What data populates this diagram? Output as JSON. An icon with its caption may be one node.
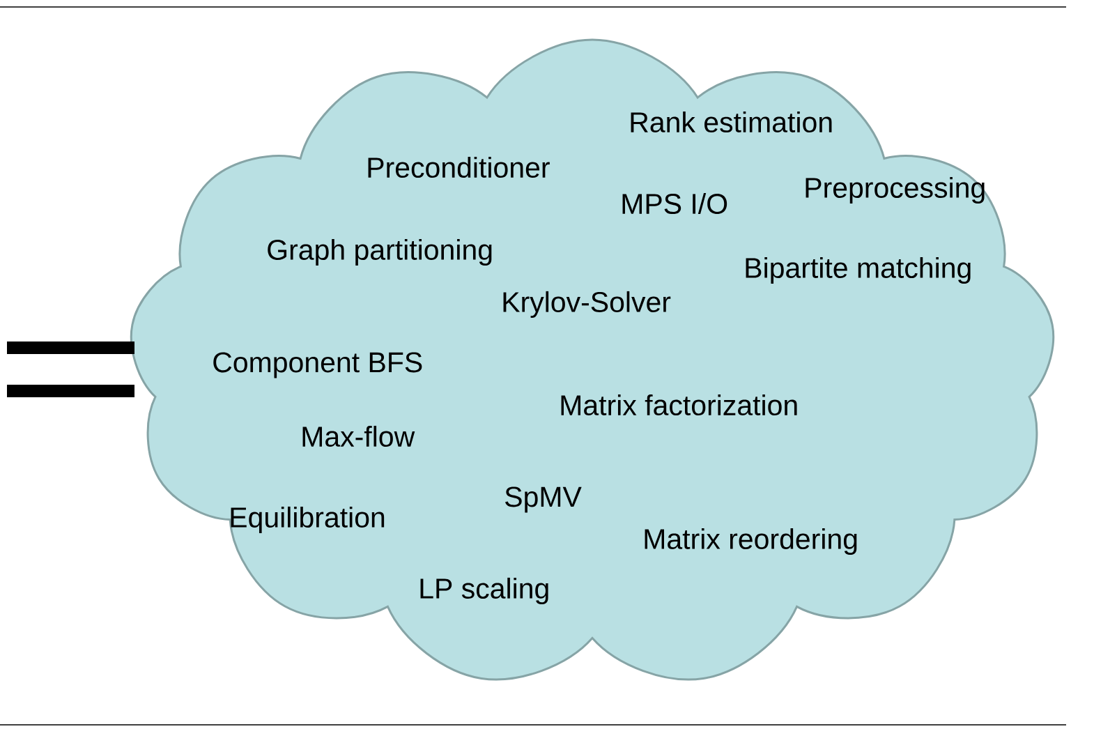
{
  "diagram": {
    "nodes": [
      {
        "text": [
          "Rank estimation",
          "Preconditioner",
          "Preprocessing",
          "MPS I/O",
          "Graph partitioning",
          "Bipartite matching",
          "Krylov-Solver",
          "Component BFS",
          "Matrix factorization",
          "Max-flow",
          "SpMV",
          "Equilibration",
          "Matrix reordering",
          "LP scaling"
        ]
      }
    ]
  }
}
